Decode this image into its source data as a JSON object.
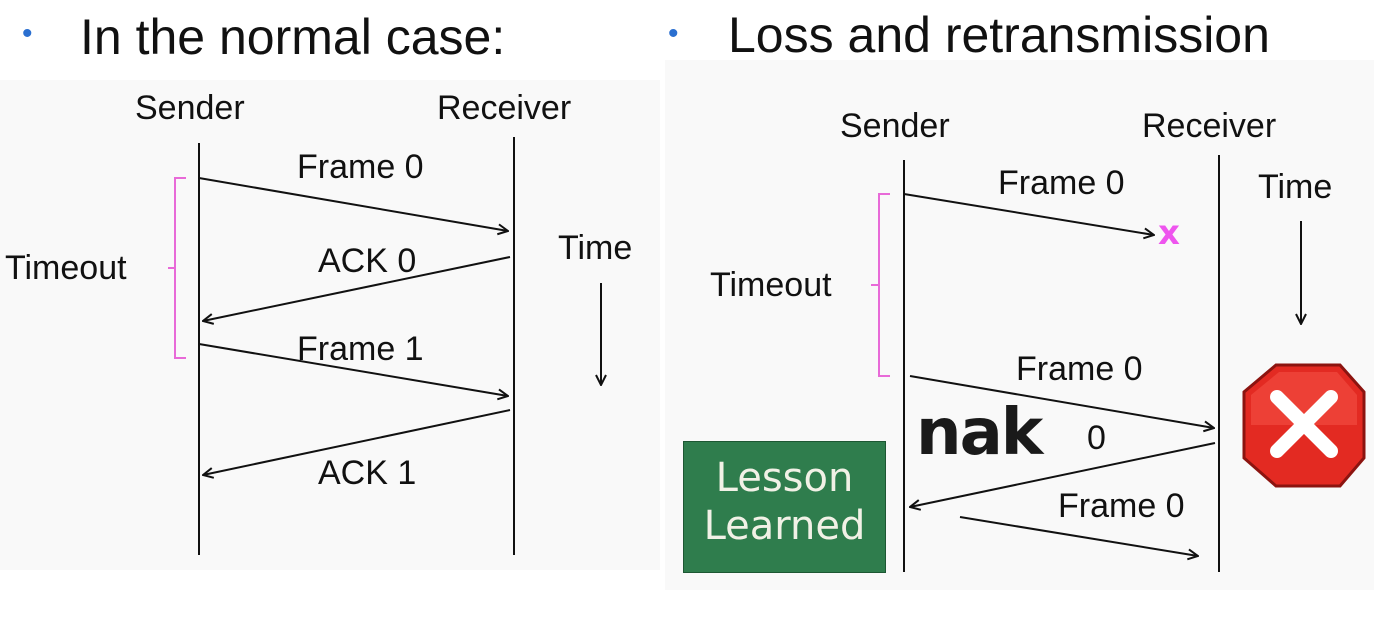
{
  "left": {
    "heading": "In the normal case:",
    "sender": "Sender",
    "receiver": "Receiver",
    "time": "Time",
    "timeout": "Timeout",
    "messages": [
      "Frame 0",
      "ACK 0",
      "Frame 1",
      "ACK 1"
    ]
  },
  "right": {
    "heading": "Loss and retransmission",
    "sender": "Sender",
    "receiver": "Receiver",
    "time": "Time",
    "timeout": "Timeout",
    "messages": [
      "Frame 0",
      "Frame 0",
      "0",
      "Frame 0"
    ],
    "loss_mark": "x",
    "nak_word": "nak",
    "lesson": [
      "Lesson",
      "Learned"
    ]
  },
  "colors": {
    "bullet": "#2a6fd0",
    "timeout_bracket": "#e86ad8",
    "loss_mark": "#ee55ee",
    "stop_sign": "#e32a22",
    "lesson_board": "#2f7d4d"
  },
  "icons": [
    "bullet-dot",
    "loss-x-mark",
    "stop-sign-error-icon",
    "lesson-learned-chalkboard",
    "nak-wordmark"
  ]
}
